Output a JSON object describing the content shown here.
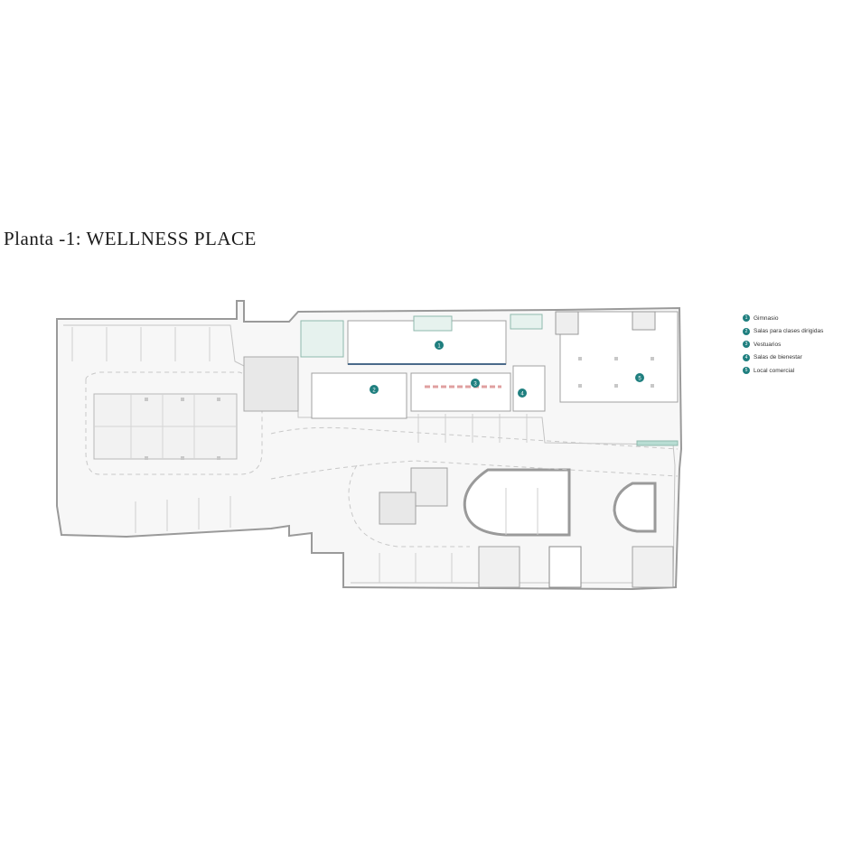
{
  "title": "Planta -1: WELLNESS PLACE",
  "accent_color": "#1f7f7f",
  "legend": [
    {
      "number": "1",
      "label": "Gimnasio"
    },
    {
      "number": "2",
      "label": "Salas para clases dirigidas"
    },
    {
      "number": "3",
      "label": "Vestuarios"
    },
    {
      "number": "4",
      "label": "Salas de bienestar"
    },
    {
      "number": "5",
      "label": "Local comercial"
    }
  ],
  "markers": [
    "1",
    "2",
    "3",
    "4",
    "5"
  ]
}
